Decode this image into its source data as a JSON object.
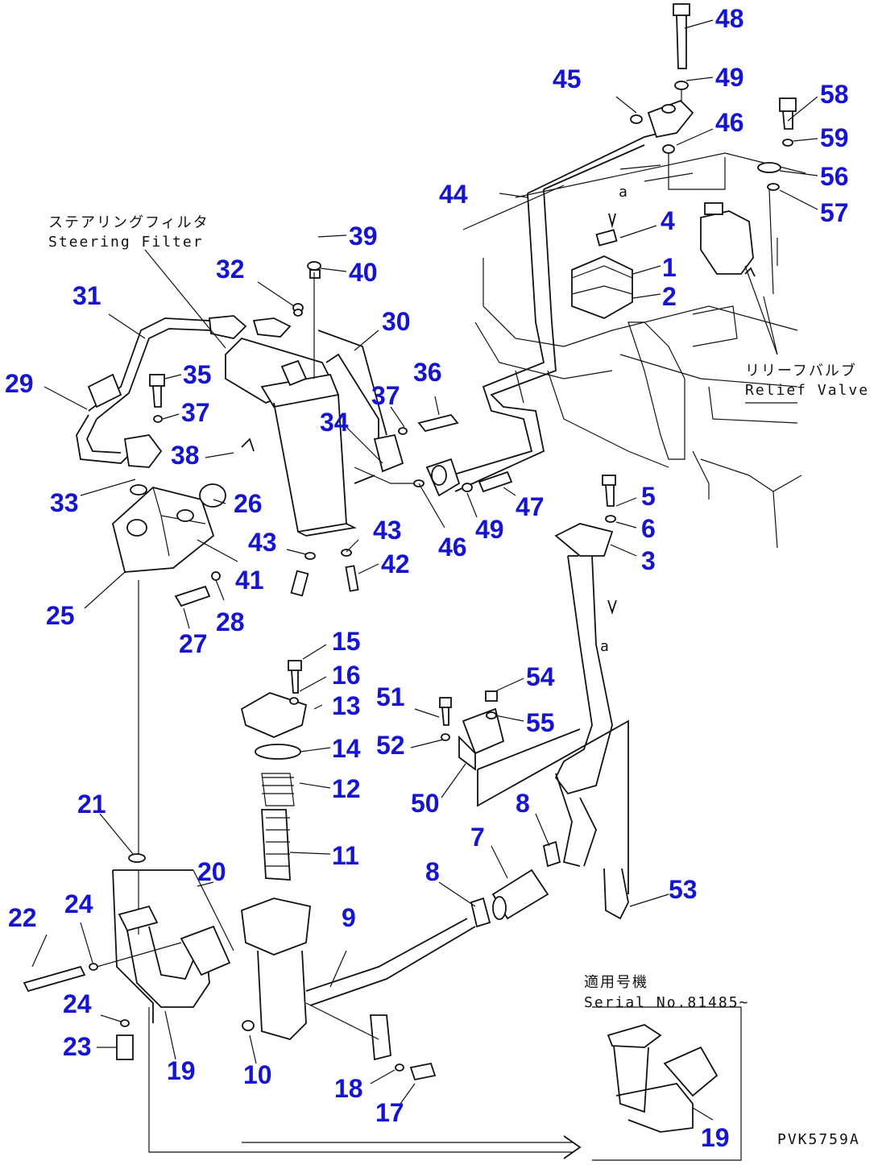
{
  "labels": {
    "steering_filter_jp": "ステアリングフィルタ",
    "steering_filter_en": "Steering Filter",
    "relief_valve_jp": "リリーフバルブ",
    "relief_valve_en": "Relief Valve",
    "serial_jp": "適用号機",
    "serial_en": "Serial No.81485~",
    "ref_a": "a",
    "drawing_code": "PVK5759A"
  },
  "parts": [
    {
      "id": "p48",
      "num": "48"
    },
    {
      "id": "p49a",
      "num": "49"
    },
    {
      "id": "p45",
      "num": "45"
    },
    {
      "id": "p46a",
      "num": "46"
    },
    {
      "id": "p58",
      "num": "58"
    },
    {
      "id": "p59",
      "num": "59"
    },
    {
      "id": "p56",
      "num": "56"
    },
    {
      "id": "p57",
      "num": "57"
    },
    {
      "id": "p44",
      "num": "44"
    },
    {
      "id": "p4",
      "num": "4"
    },
    {
      "id": "p1",
      "num": "1"
    },
    {
      "id": "p2",
      "num": "2"
    },
    {
      "id": "p39",
      "num": "39"
    },
    {
      "id": "p40",
      "num": "40"
    },
    {
      "id": "p32",
      "num": "32"
    },
    {
      "id": "p31",
      "num": "31"
    },
    {
      "id": "p30",
      "num": "30"
    },
    {
      "id": "p29",
      "num": "29"
    },
    {
      "id": "p35",
      "num": "35"
    },
    {
      "id": "p36",
      "num": "36"
    },
    {
      "id": "p37a",
      "num": "37"
    },
    {
      "id": "p37b",
      "num": "37"
    },
    {
      "id": "p34",
      "num": "34"
    },
    {
      "id": "p38",
      "num": "38"
    },
    {
      "id": "p33",
      "num": "33"
    },
    {
      "id": "p26",
      "num": "26"
    },
    {
      "id": "p46b",
      "num": "46"
    },
    {
      "id": "p49b",
      "num": "49"
    },
    {
      "id": "p47",
      "num": "47"
    },
    {
      "id": "p5",
      "num": "5"
    },
    {
      "id": "p6",
      "num": "6"
    },
    {
      "id": "p3",
      "num": "3"
    },
    {
      "id": "p43a",
      "num": "43"
    },
    {
      "id": "p43b",
      "num": "43"
    },
    {
      "id": "p42",
      "num": "42"
    },
    {
      "id": "p41",
      "num": "41"
    },
    {
      "id": "p25",
      "num": "25"
    },
    {
      "id": "p27",
      "num": "27"
    },
    {
      "id": "p28",
      "num": "28"
    },
    {
      "id": "p15",
      "num": "15"
    },
    {
      "id": "p16",
      "num": "16"
    },
    {
      "id": "p13",
      "num": "13"
    },
    {
      "id": "p54",
      "num": "54"
    },
    {
      "id": "p51",
      "num": "51"
    },
    {
      "id": "p55",
      "num": "55"
    },
    {
      "id": "p52",
      "num": "52"
    },
    {
      "id": "p14",
      "num": "14"
    },
    {
      "id": "p12",
      "num": "12"
    },
    {
      "id": "p50",
      "num": "50"
    },
    {
      "id": "p8a",
      "num": "8"
    },
    {
      "id": "p21",
      "num": "21"
    },
    {
      "id": "p7",
      "num": "7"
    },
    {
      "id": "p11",
      "num": "11"
    },
    {
      "id": "p20",
      "num": "20"
    },
    {
      "id": "p8b",
      "num": "8"
    },
    {
      "id": "p53",
      "num": "53"
    },
    {
      "id": "p22",
      "num": "22"
    },
    {
      "id": "p24a",
      "num": "24"
    },
    {
      "id": "p9",
      "num": "9"
    },
    {
      "id": "p24b",
      "num": "24"
    },
    {
      "id": "p23",
      "num": "23"
    },
    {
      "id": "p19a",
      "num": "19"
    },
    {
      "id": "p10",
      "num": "10"
    },
    {
      "id": "p18",
      "num": "18"
    },
    {
      "id": "p17",
      "num": "17"
    },
    {
      "id": "p19b",
      "num": "19"
    }
  ]
}
